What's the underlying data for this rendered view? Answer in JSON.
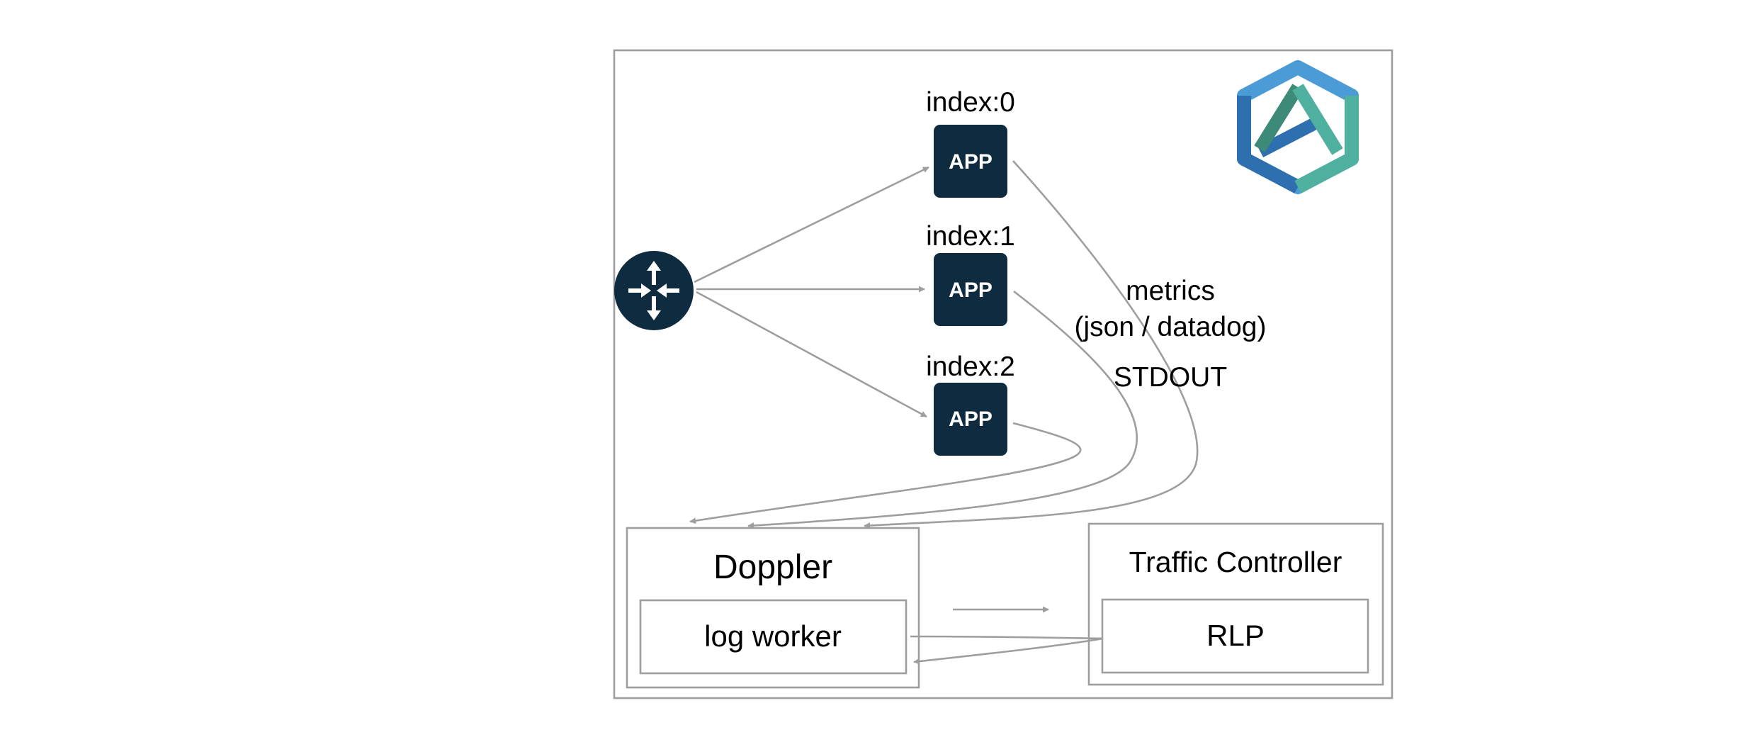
{
  "apps": [
    {
      "index_label": "index:0",
      "label": "APP"
    },
    {
      "index_label": "index:1",
      "label": "APP"
    },
    {
      "index_label": "index:2",
      "label": "APP"
    }
  ],
  "annotations": {
    "metrics_line1": "metrics",
    "metrics_line2": "(json / datadog)",
    "stdout": "STDOUT"
  },
  "doppler": {
    "title": "Doppler",
    "inner": "log worker"
  },
  "traffic_controller": {
    "title": "Traffic Controller",
    "inner": "RLP"
  },
  "icons": {
    "router": "router-icon",
    "logo": "hexagon-logo-icon"
  },
  "colors": {
    "app_fill": "#0f2b40",
    "router_fill": "#0f2b40",
    "line": "#9e9e9e",
    "logo_blue": "#2e6fb0",
    "logo_lightblue": "#4a9bd6",
    "logo_teal": "#4fb0a0",
    "logo_darkteal": "#3d8a78"
  }
}
